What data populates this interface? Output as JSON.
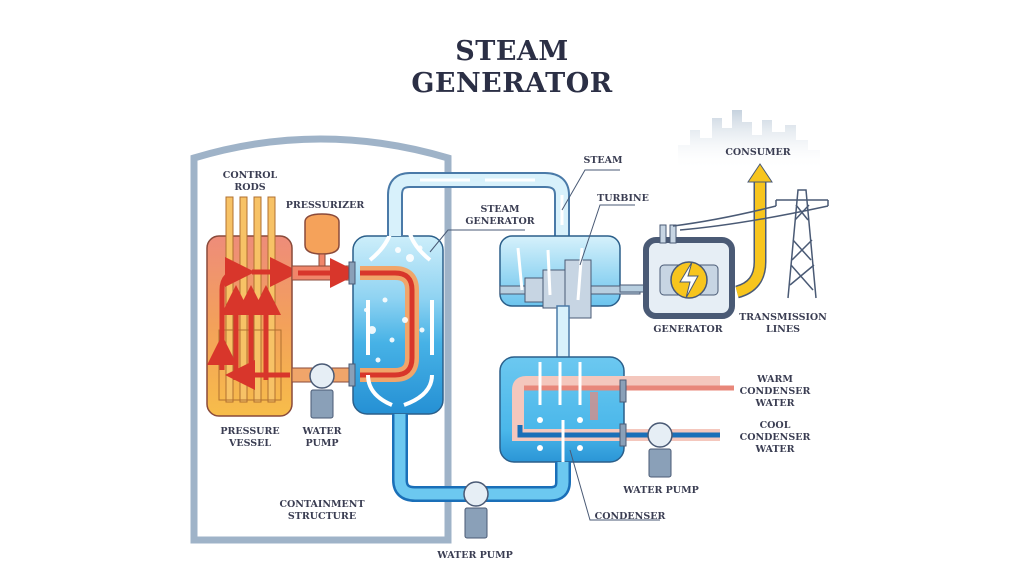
{
  "title_line1": "STEAM",
  "title_line2": "GENERATOR",
  "labels": {
    "control_rods": "CONTROL\nRODS",
    "pressurizer": "PRESSURIZER",
    "steam_generator": "STEAM\nGENERATOR",
    "steam": "STEAM",
    "turbine": "TURBINE",
    "consumer": "CONSUMER",
    "generator": "GENERATOR",
    "transmission_lines": "TRANSMISSION\nLINES",
    "pressure_vessel": "PRESSURE\nVESSEL",
    "water_pump_primary": "WATER\nPUMP",
    "warm_condenser_water": "WARM\nCONDENSER\nWATER",
    "cool_condenser_water": "COOL\nCONDENSER\nWATER",
    "water_pump_condenser": "WATER PUMP",
    "containment_structure": "CONTAINMENT\nSTRUCTURE",
    "condenser": "CONDENSER",
    "water_pump_feed": "WATER PUMP"
  },
  "colors": {
    "outline": "#4a5a75",
    "hot_red": "#d8362b",
    "vessel_orange": "#f5b04a",
    "water_light": "#bfe6f7",
    "water_blue": "#3aa6e0",
    "deep_blue": "#1a6fb8",
    "electric_yellow": "#f7c51e",
    "containment_gray": "#9fb3c8",
    "warm_pink": "#e8877a"
  }
}
